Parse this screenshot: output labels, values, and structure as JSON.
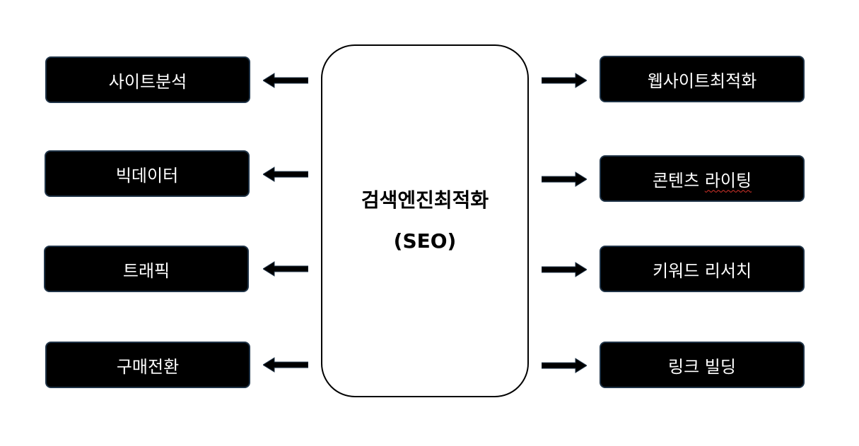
{
  "center": {
    "line1": "검색엔진최적화",
    "line2": "(SEO)"
  },
  "left_items": [
    {
      "label": "사이트분석"
    },
    {
      "label": "빅데이터"
    },
    {
      "label": "트래픽"
    },
    {
      "label": "구매전환"
    }
  ],
  "right_items": [
    {
      "label": "웹사이트최적화"
    },
    {
      "label_main": "콘텐츠 ",
      "label_flagged": "라이팅"
    },
    {
      "label": "키워드 리서치"
    },
    {
      "label": "링크 빌딩"
    }
  ]
}
